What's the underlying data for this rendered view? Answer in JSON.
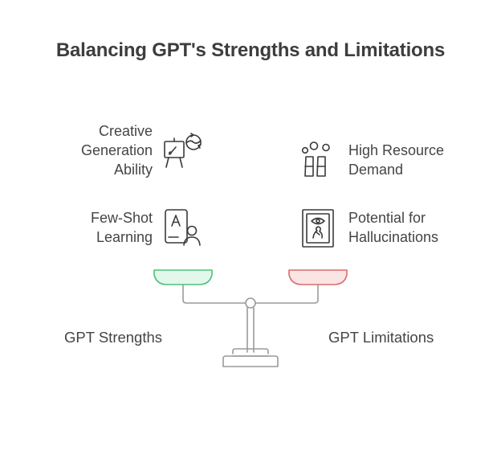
{
  "title": "Balancing GPT's Strengths and Limitations",
  "strengths": {
    "label": "GPT Strengths",
    "items": [
      {
        "lines": [
          "Creative",
          "Generation",
          "Ability"
        ],
        "icon": "easel-paint-icon"
      },
      {
        "lines": [
          "Few-Shot",
          "Learning"
        ],
        "icon": "learner-icon"
      }
    ]
  },
  "limitations": {
    "label": "GPT Limitations",
    "items": [
      {
        "lines": [
          "High Resource",
          "Demand"
        ],
        "icon": "chimneys-smoke-icon"
      },
      {
        "lines": [
          "Potential for",
          "Hallucinations"
        ],
        "icon": "framed-eye-icon"
      }
    ]
  },
  "colors": {
    "left_pan_fill": "#e3f8ea",
    "left_pan_stroke": "#4cc17b",
    "right_pan_fill": "#fbe4e4",
    "right_pan_stroke": "#db6d6d",
    "structure": "#9a9a9a"
  }
}
